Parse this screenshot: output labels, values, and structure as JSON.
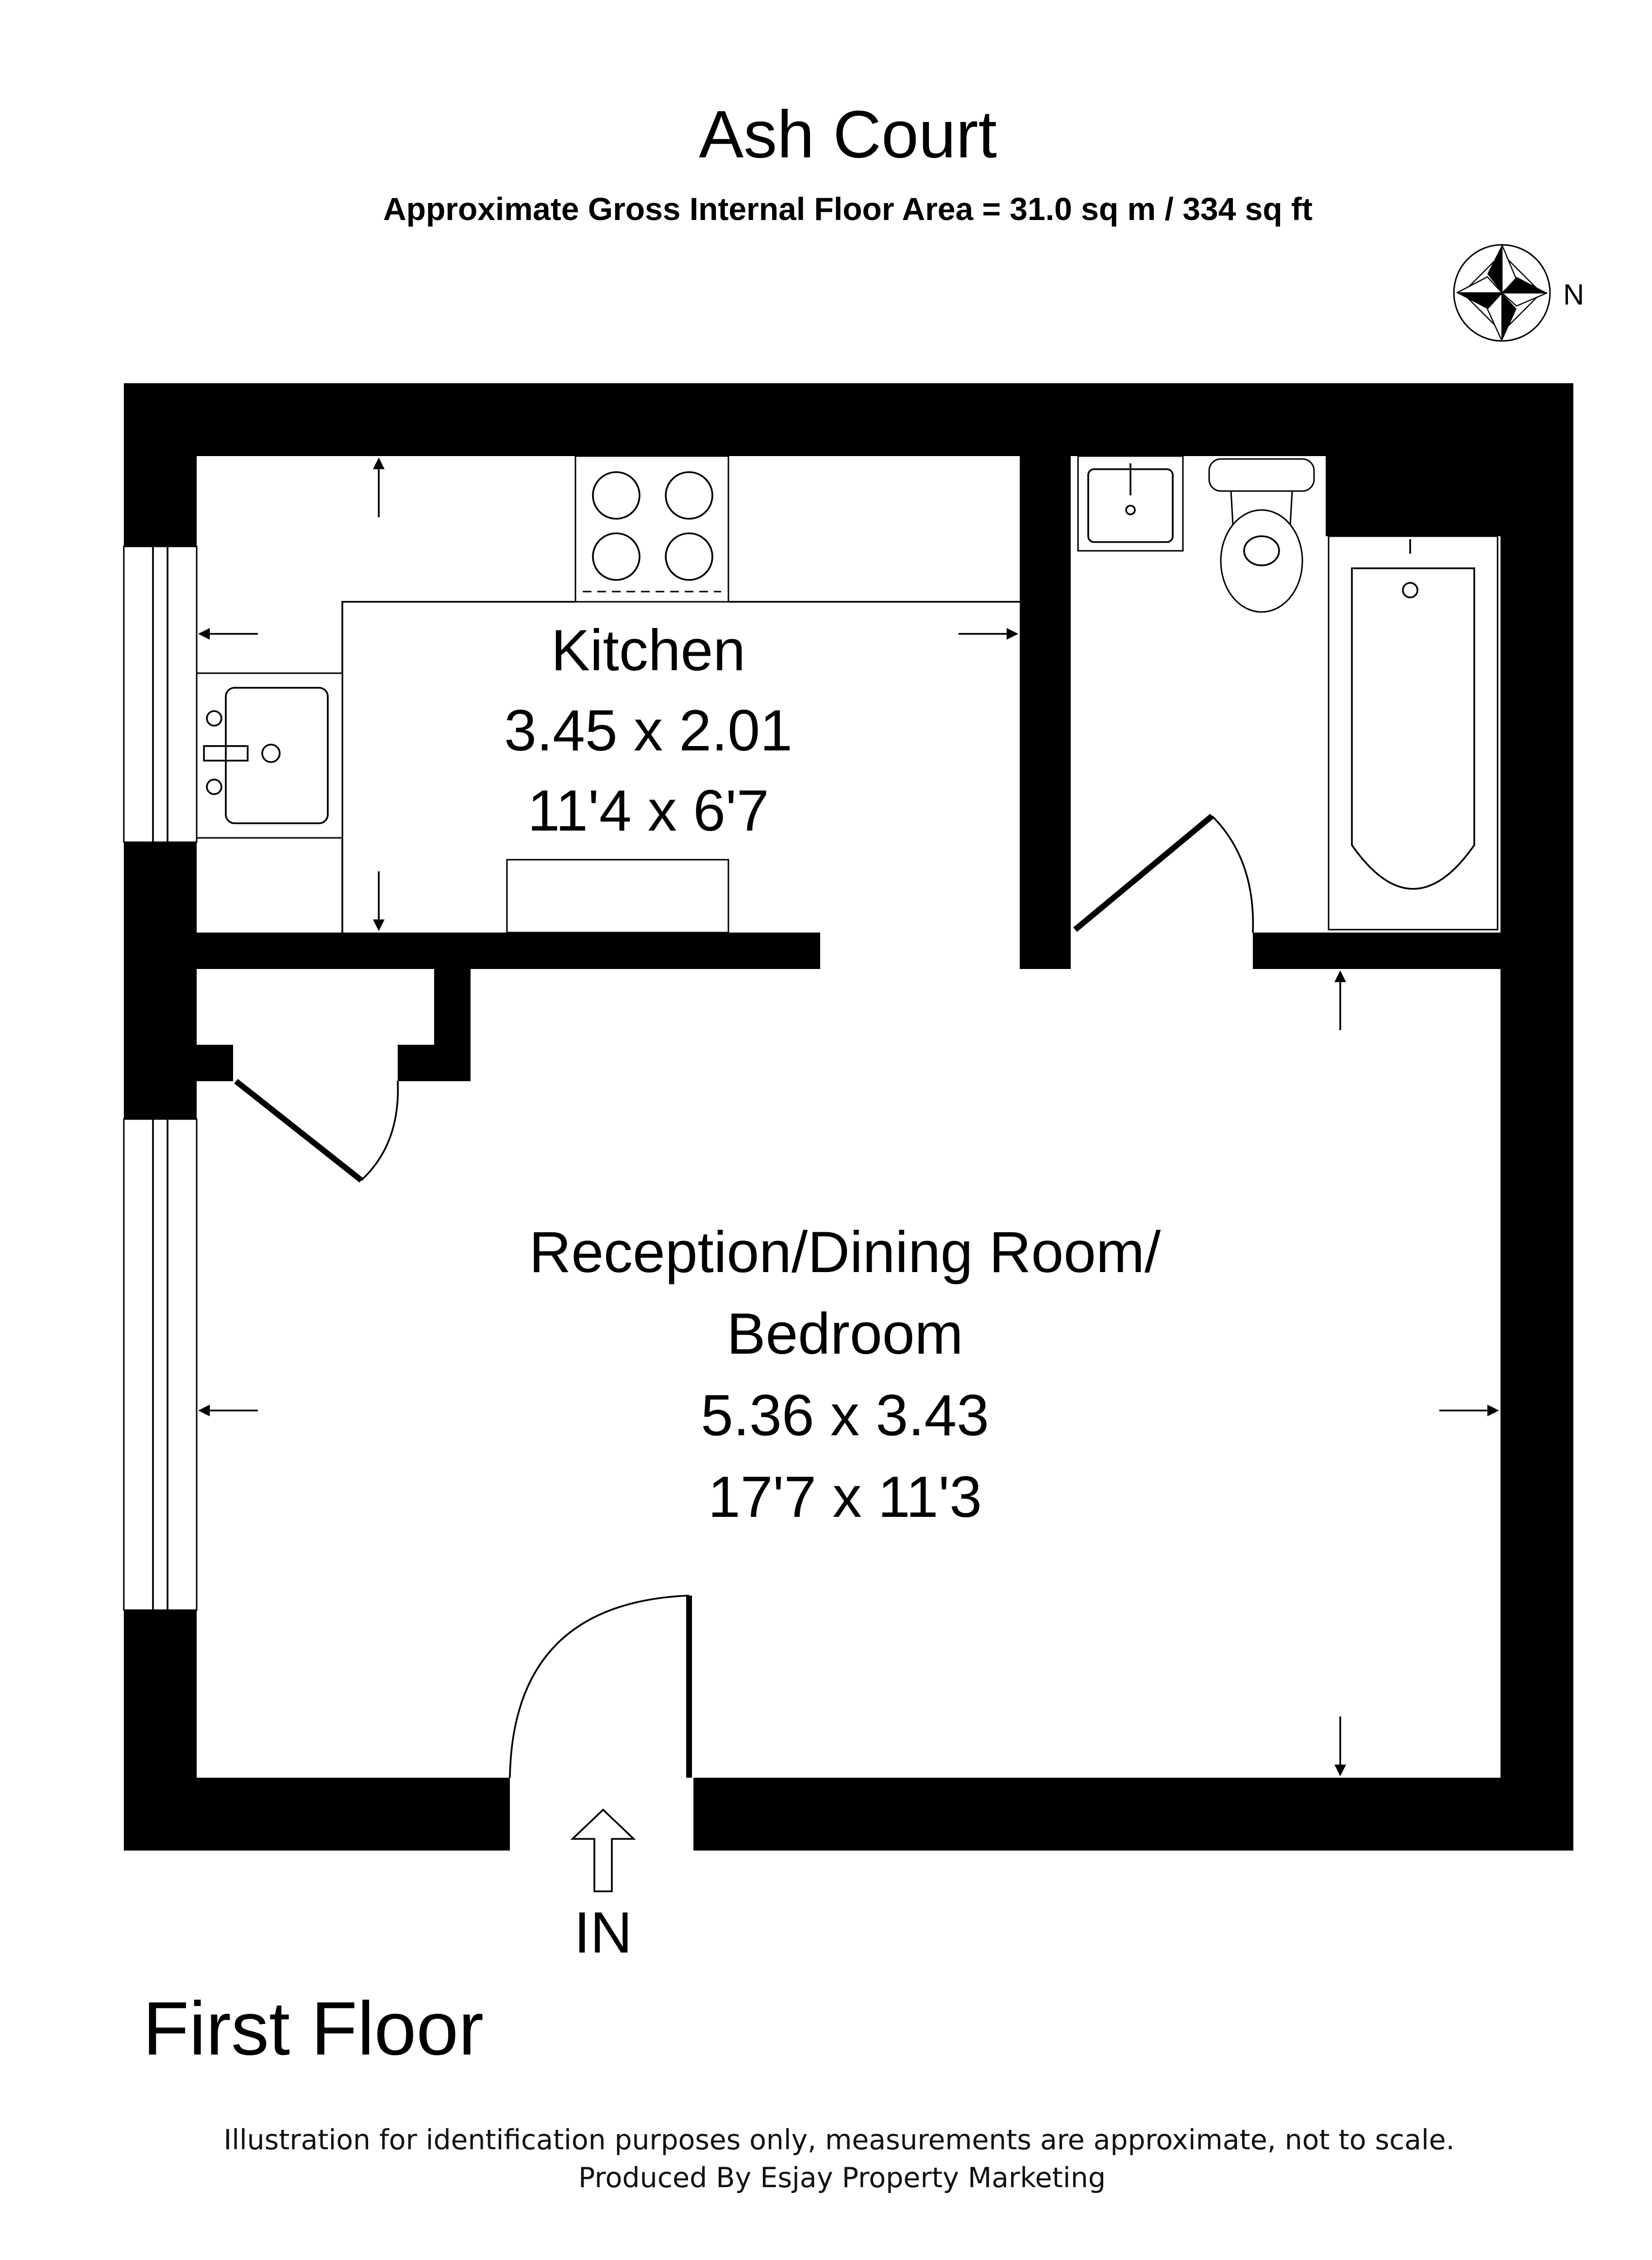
{
  "header": {
    "title": "Ash Court",
    "subtitle": "Approximate Gross Internal Floor Area = 31.0 sq m / 334 sq ft"
  },
  "compass": {
    "icon": "compass-rose-icon",
    "label": "N"
  },
  "rooms": {
    "kitchen": {
      "name": "Kitchen",
      "metric": "3.45 x 2.01",
      "imperial": "11'4 x 6'7"
    },
    "reception": {
      "name_line1": "Reception/Dining Room/",
      "name_line2": "Bedroom",
      "metric": "5.36 x 3.43",
      "imperial": "17'7 x 11'3"
    }
  },
  "entrance": {
    "label": "IN",
    "icon": "entrance-arrow-icon"
  },
  "floor_label": "First Floor",
  "footer": {
    "disclaimer": "Illustration for identification purposes only, measurements are approximate, not to scale.",
    "credit": "Produced By Esjay Property Marketing"
  },
  "colors": {
    "wall": "#000000",
    "background": "#ffffff"
  }
}
